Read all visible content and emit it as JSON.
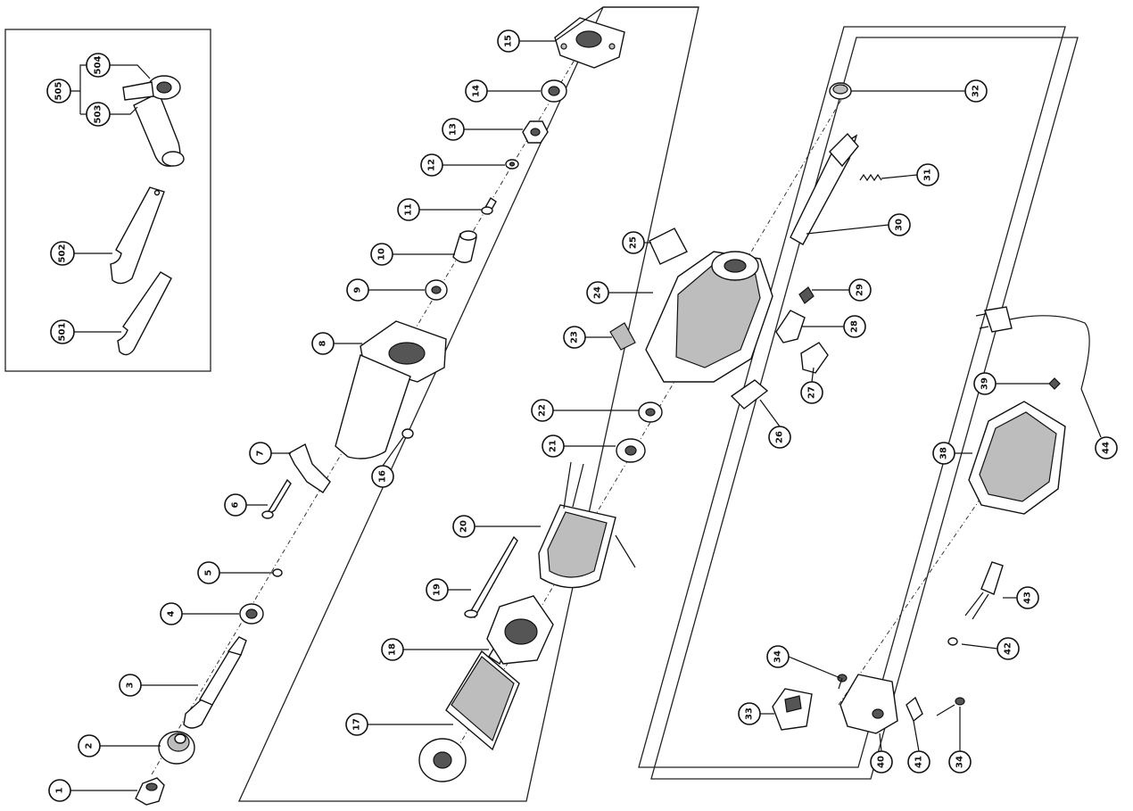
{
  "callouts": [
    {
      "id": "1",
      "label": "1"
    },
    {
      "id": "2",
      "label": "2"
    },
    {
      "id": "3",
      "label": "3"
    },
    {
      "id": "4",
      "label": "4"
    },
    {
      "id": "5",
      "label": "5"
    },
    {
      "id": "6",
      "label": "6"
    },
    {
      "id": "7",
      "label": "7"
    },
    {
      "id": "8",
      "label": "8"
    },
    {
      "id": "9",
      "label": "9"
    },
    {
      "id": "10",
      "label": "10"
    },
    {
      "id": "11",
      "label": "11"
    },
    {
      "id": "12",
      "label": "12"
    },
    {
      "id": "13",
      "label": "13"
    },
    {
      "id": "14",
      "label": "14"
    },
    {
      "id": "15",
      "label": "15"
    },
    {
      "id": "16",
      "label": "16"
    },
    {
      "id": "17",
      "label": "17"
    },
    {
      "id": "18",
      "label": "18"
    },
    {
      "id": "19",
      "label": "19"
    },
    {
      "id": "20",
      "label": "20"
    },
    {
      "id": "21",
      "label": "21"
    },
    {
      "id": "22",
      "label": "22"
    },
    {
      "id": "23",
      "label": "23"
    },
    {
      "id": "24",
      "label": "24"
    },
    {
      "id": "25",
      "label": "25"
    },
    {
      "id": "26",
      "label": "26"
    },
    {
      "id": "27",
      "label": "27"
    },
    {
      "id": "28",
      "label": "28"
    },
    {
      "id": "29",
      "label": "29"
    },
    {
      "id": "30",
      "label": "30"
    },
    {
      "id": "31",
      "label": "31"
    },
    {
      "id": "32",
      "label": "32"
    },
    {
      "id": "33",
      "label": "33"
    },
    {
      "id": "34a",
      "label": "34"
    },
    {
      "id": "34b",
      "label": "34"
    },
    {
      "id": "38",
      "label": "38"
    },
    {
      "id": "39",
      "label": "39"
    },
    {
      "id": "40",
      "label": "40"
    },
    {
      "id": "41",
      "label": "41"
    },
    {
      "id": "42",
      "label": "42"
    },
    {
      "id": "43",
      "label": "43"
    },
    {
      "id": "44",
      "label": "44"
    },
    {
      "id": "501",
      "label": "501"
    },
    {
      "id": "502",
      "label": "502"
    },
    {
      "id": "503",
      "label": "503"
    },
    {
      "id": "504",
      "label": "504"
    },
    {
      "id": "505",
      "label": "505"
    }
  ]
}
